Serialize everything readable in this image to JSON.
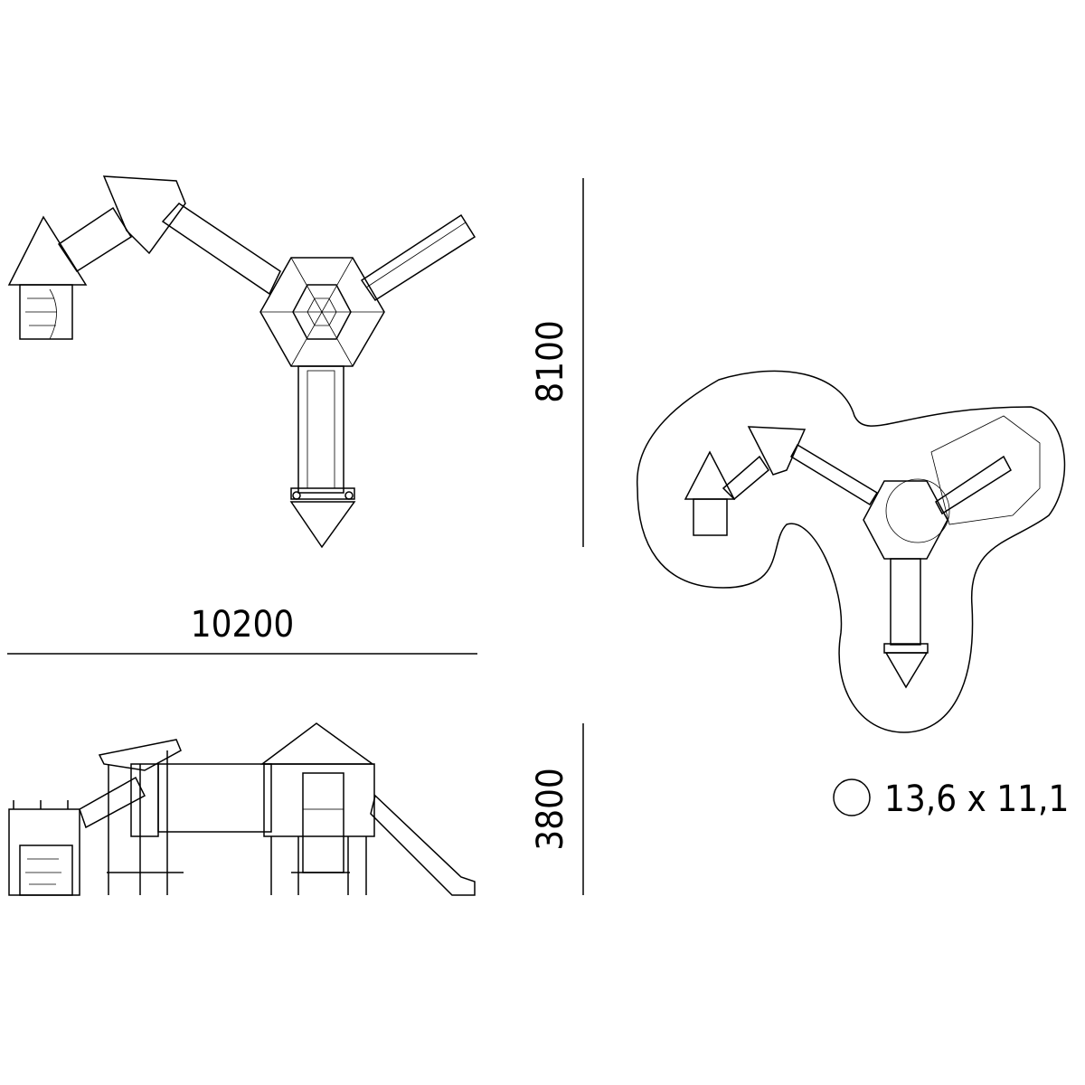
{
  "dimensions": {
    "width_label": "10200",
    "depth_label": "8100",
    "height_label": "3800"
  },
  "safety_area": {
    "icon": "circle-icon",
    "label": "13,6 x 11,1"
  },
  "colors": {
    "line": "#000000",
    "background": "#ffffff"
  }
}
